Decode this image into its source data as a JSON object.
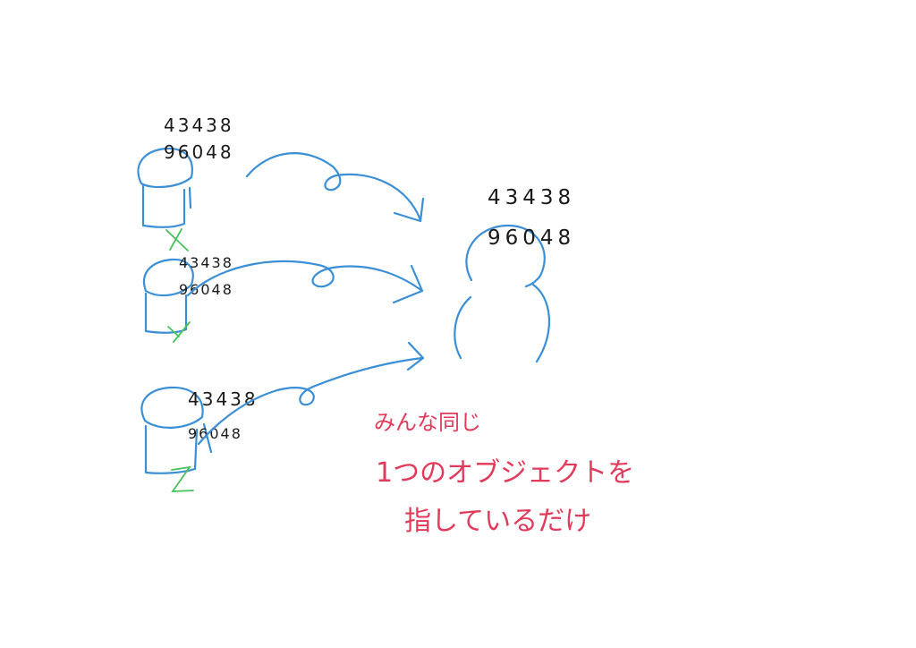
{
  "colors": {
    "object_stroke": "#3b8fd6",
    "variable_mark": "#47c25a",
    "note_text": "#e23a5a",
    "id_text": "#1a1a1a"
  },
  "variables": [
    {
      "id_line1": "43438",
      "id_line2": "96048",
      "mark": "X"
    },
    {
      "id_line1": "43438",
      "id_line2": "96048",
      "mark": "Y"
    },
    {
      "id_line1": "43438",
      "id_line2": "96048",
      "mark": "Z"
    }
  ],
  "target_object": {
    "id_line1": "43438",
    "id_line2": "96048"
  },
  "note": {
    "line1": "みんな同じ",
    "line2": "1つのオブジェクトを",
    "line3": "指しているだけ"
  }
}
